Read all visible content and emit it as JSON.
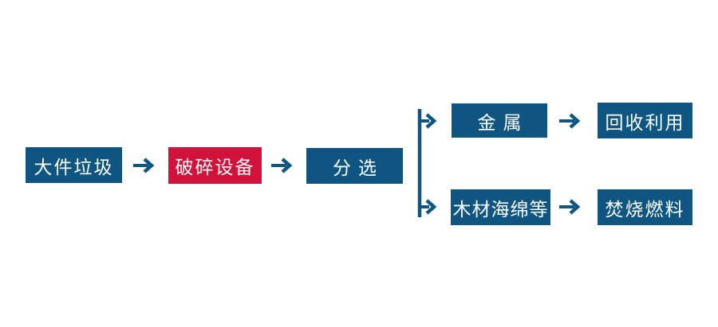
{
  "diagram": {
    "type": "flowchart",
    "direction": "left-to-right",
    "colors": {
      "blue": "#0E5681",
      "red": "#D1123B",
      "text": "#FFFFFF",
      "arrow": "#0E5681",
      "background": "#FFFFFF"
    },
    "nodes": [
      {
        "id": "bulky-waste",
        "label": "大件垃圾",
        "color": "blue"
      },
      {
        "id": "crushing-equipment",
        "label": "破碎设备",
        "color": "red"
      },
      {
        "id": "sorting",
        "label": "分选",
        "color": "blue"
      },
      {
        "id": "metal",
        "label": "金属",
        "color": "blue"
      },
      {
        "id": "recycling",
        "label": "回收利用",
        "color": "blue"
      },
      {
        "id": "wood-sponge-etc",
        "label": "木材海绵等",
        "color": "blue"
      },
      {
        "id": "incineration-fuel",
        "label": "焚烧燃料",
        "color": "blue"
      }
    ],
    "edges": [
      {
        "from": "bulky-waste",
        "to": "crushing-equipment"
      },
      {
        "from": "crushing-equipment",
        "to": "sorting"
      },
      {
        "from": "sorting",
        "to": "metal"
      },
      {
        "from": "sorting",
        "to": "wood-sponge-etc"
      },
      {
        "from": "metal",
        "to": "recycling"
      },
      {
        "from": "wood-sponge-etc",
        "to": "incineration-fuel"
      }
    ]
  }
}
